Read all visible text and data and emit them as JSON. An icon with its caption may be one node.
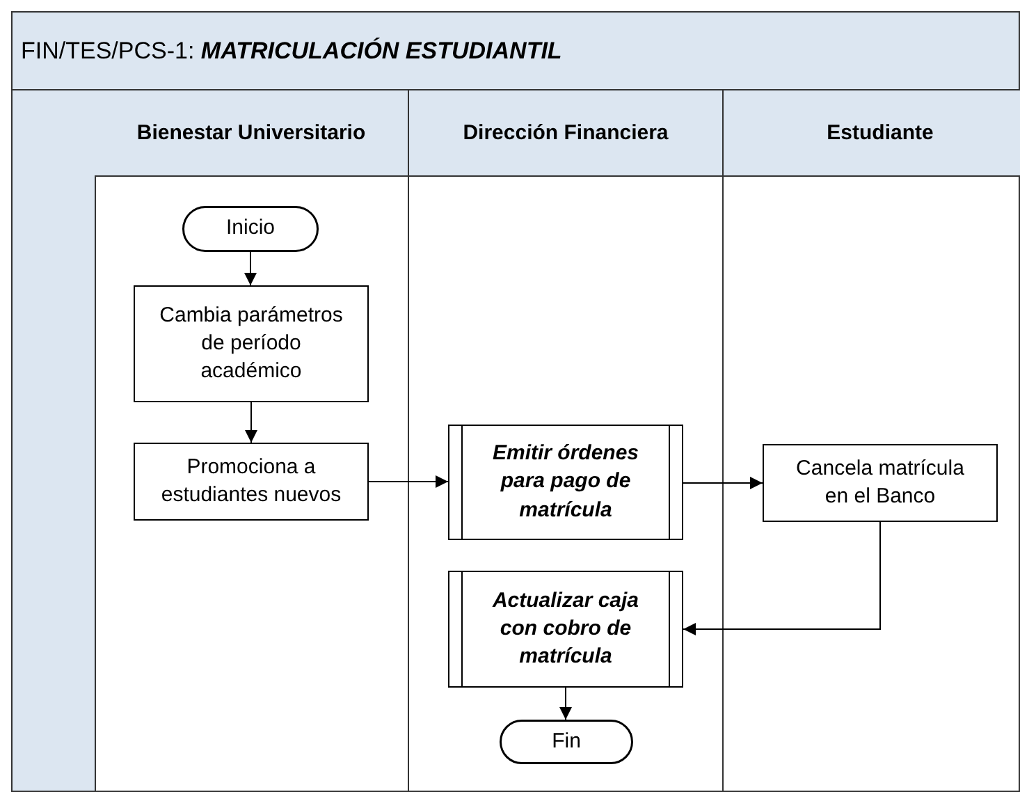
{
  "diagram": {
    "nodes": [
      {
        "text": [
          "FIN/TES/PCS-1: **MATRICULACIÓN ESTUDIANTIL**"
        ]
      },
      {
        "text": [
          "Bienestar Universitario"
        ],
        "in": 0
      },
      {
        "text": [
          "Dirección Financiera"
        ],
        "in": 0
      },
      {
        "text": [
          "Estudiante"
        ],
        "in": 0
      },
      {
        "text": [
          "Inicio"
        ],
        "in": 1
      },
      {
        "text": [
          "Cambia parámetros de período académico"
        ],
        "in": 1
      },
      {
        "text": [
          "Promociona a estudiantes nuevos"
        ],
        "in": 1
      },
      {
        "text": [
          "Emitir órdenes para pago de matrícula"
        ],
        "in": 2
      },
      {
        "text": [
          "Actualizar caja con cobro de matrícula"
        ],
        "in": 2
      },
      {
        "text": [
          "Fin"
        ],
        "in": 2
      },
      {
        "text": [
          "Cancela matrícula en el Banco"
        ],
        "in": 3
      }
    ],
    "edges": [
      {
        "from": 4,
        "to": 5,
        "arrow": "to"
      },
      {
        "from": 5,
        "to": 6,
        "arrow": "to"
      },
      {
        "from": 6,
        "to": 7,
        "arrow": "to"
      },
      {
        "from": 7,
        "to": 10,
        "arrow": "to"
      },
      {
        "from": 10,
        "to": 8,
        "arrow": "to"
      },
      {
        "from": 8,
        "to": 9,
        "arrow": "to"
      }
    ]
  }
}
